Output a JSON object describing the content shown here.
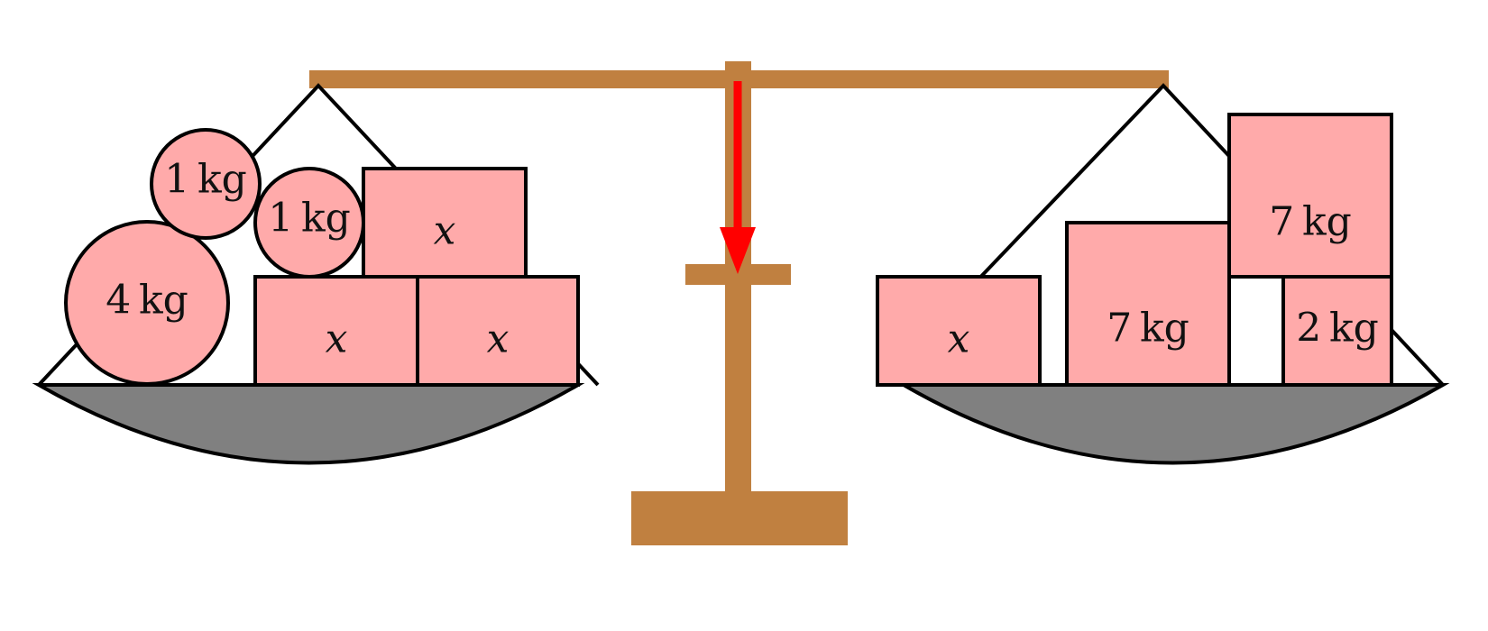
{
  "colors": {
    "wood": "#C08040",
    "weight_fill": "#FFAAAA",
    "pan_fill": "#808080",
    "indicator": "#FF0000",
    "outline": "#000000",
    "background": "#FFFFFF"
  },
  "indicator": {
    "direction": "down"
  },
  "left_pan": {
    "weights": [
      {
        "kind": "circle",
        "label": "4 kg"
      },
      {
        "kind": "circle",
        "label": "1 kg"
      },
      {
        "kind": "circle",
        "label": "1 kg"
      },
      {
        "kind": "box",
        "label": "x"
      },
      {
        "kind": "box",
        "label": "x"
      },
      {
        "kind": "box",
        "label": "x"
      }
    ]
  },
  "right_pan": {
    "weights": [
      {
        "kind": "box",
        "label": "x"
      },
      {
        "kind": "box",
        "label": "7 kg"
      },
      {
        "kind": "box",
        "label": "7 kg"
      },
      {
        "kind": "box",
        "label": "2 kg"
      }
    ]
  }
}
